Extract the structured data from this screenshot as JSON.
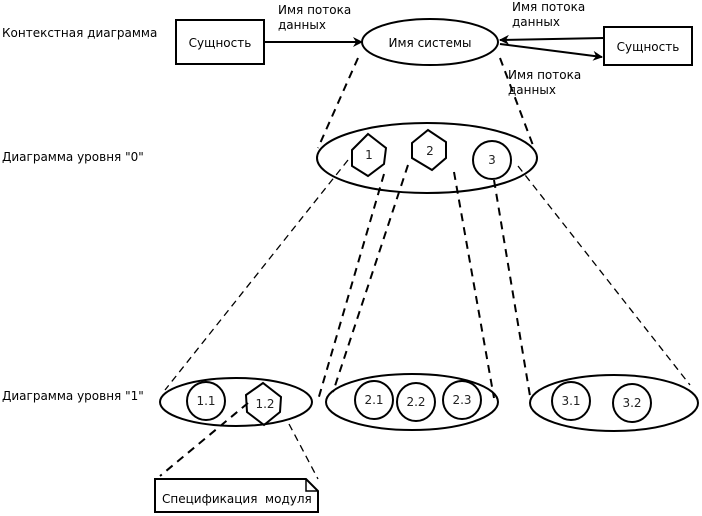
{
  "levels": {
    "context": "Контекстная диаграмма",
    "level0": "Диаграмма уровня \"0\"",
    "level1": "Диаграмма уровня \"1\""
  },
  "context": {
    "entity_left": "Сущность",
    "entity_right": "Сущность",
    "system": "Имя системы",
    "flow_left": [
      "Имя потока",
      "данных"
    ],
    "flow_right_in": [
      "Имя потока",
      "данных"
    ],
    "flow_right_out": [
      "Имя потока",
      "данных"
    ]
  },
  "level0": {
    "processes": [
      "1",
      "2",
      "3"
    ]
  },
  "level1": {
    "group1": [
      "1.1",
      "1.2"
    ],
    "group2": [
      "2.1",
      "2.2",
      "2.3"
    ],
    "group3": [
      "3.1",
      "3.2"
    ]
  },
  "spec": {
    "label": "Спецификация  модуля"
  }
}
